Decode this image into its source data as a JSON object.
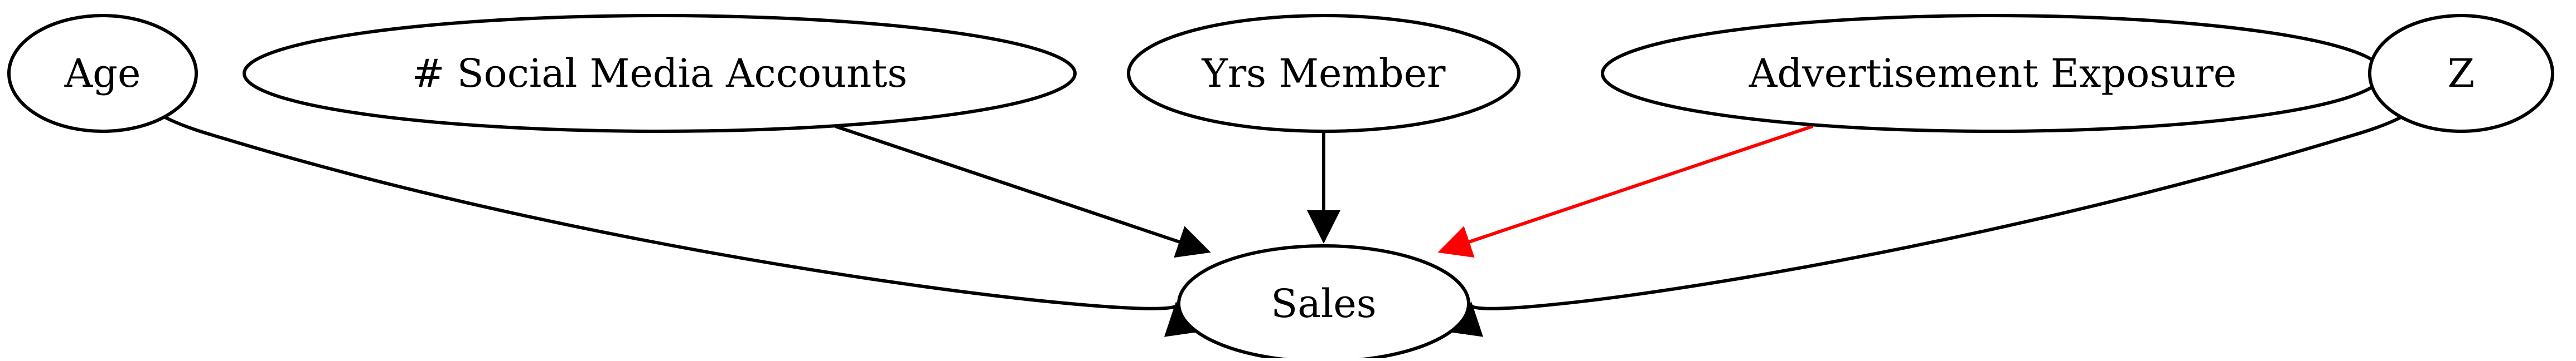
{
  "nodes": [
    {
      "id": "age",
      "label": "Age"
    },
    {
      "id": "social",
      "label": "# Social Media Accounts"
    },
    {
      "id": "yrs",
      "label": "Yrs Member"
    },
    {
      "id": "adexp",
      "label": "Advertisement Exposure"
    },
    {
      "id": "z",
      "label": "Z"
    },
    {
      "id": "sales",
      "label": "Sales"
    }
  ],
  "edges": [
    {
      "from": "age",
      "to": "sales",
      "color": "#000000"
    },
    {
      "from": "social",
      "to": "sales",
      "color": "#000000"
    },
    {
      "from": "yrs",
      "to": "sales",
      "color": "#000000"
    },
    {
      "from": "adexp",
      "to": "sales",
      "color": "#ff0000"
    },
    {
      "from": "z",
      "to": "sales",
      "color": "#000000"
    }
  ]
}
